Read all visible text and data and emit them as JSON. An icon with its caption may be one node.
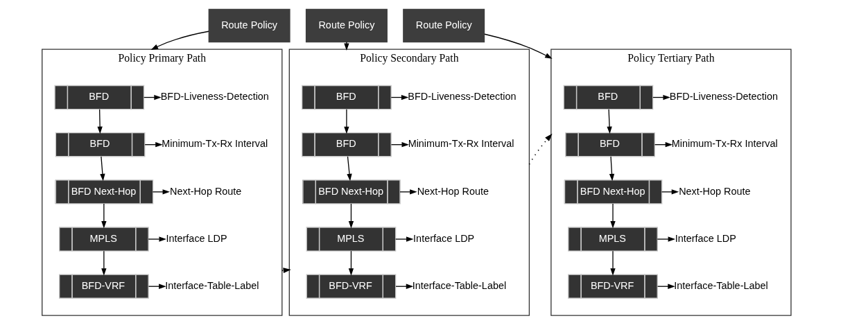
{
  "diagram": {
    "nodes": [
      {
        "text": [
          "Route Policy"
        ]
      },
      {
        "text": [
          "Policy Primary Path"
        ]
      },
      {
        "text": [
          "BFD"
        ],
        "in": 1
      },
      {
        "text": [
          "BFD-Liveness-Detection"
        ],
        "in": 1
      },
      {
        "text": [
          "BFD"
        ],
        "in": 1
      },
      {
        "text": [
          "Minimum-Tx-Rx Interval"
        ],
        "in": 1
      },
      {
        "text": [
          "BFD Next-Hop"
        ],
        "in": 1
      },
      {
        "text": [
          "Next-Hop Route"
        ],
        "in": 1
      },
      {
        "text": [
          "MPLS"
        ],
        "in": 1
      },
      {
        "text": [
          "Interface LDP"
        ],
        "in": 1
      },
      {
        "text": [
          "BFD-VRF"
        ],
        "in": 1
      },
      {
        "text": [
          "Interface-Table-Label"
        ],
        "in": 1
      },
      {
        "text": [
          "Route Policy"
        ]
      },
      {
        "text": [
          "Policy Secondary Path"
        ]
      },
      {
        "text": [
          "BFD"
        ],
        "in": 13
      },
      {
        "text": [
          "BFD-Liveness-Detection"
        ],
        "in": 13
      },
      {
        "text": [
          "BFD"
        ],
        "in": 13
      },
      {
        "text": [
          "Minimum-Tx-Rx Interval"
        ],
        "in": 13
      },
      {
        "text": [
          "BFD Next-Hop"
        ],
        "in": 13
      },
      {
        "text": [
          "Next-Hop Route"
        ],
        "in": 13
      },
      {
        "text": [
          "MPLS"
        ],
        "in": 13
      },
      {
        "text": [
          "Interface LDP"
        ],
        "in": 13
      },
      {
        "text": [
          "BFD-VRF"
        ],
        "in": 13
      },
      {
        "text": [
          "Interface-Table-Label"
        ],
        "in": 13
      },
      {
        "text": [
          "Route Policy"
        ]
      },
      {
        "text": [
          "Policy Tertiary Path"
        ]
      },
      {
        "text": [
          "BFD"
        ],
        "in": 25
      },
      {
        "text": [
          "BFD-Liveness-Detection"
        ],
        "in": 25
      },
      {
        "text": [
          "BFD"
        ],
        "in": 25
      },
      {
        "text": [
          "Minimum-Tx-Rx Interval"
        ],
        "in": 25
      },
      {
        "text": [
          "BFD Next-Hop"
        ],
        "in": 25
      },
      {
        "text": [
          "Next-Hop Route"
        ],
        "in": 25
      },
      {
        "text": [
          "MPLS"
        ],
        "in": 25
      },
      {
        "text": [
          "Interface LDP"
        ],
        "in": 25
      },
      {
        "text": [
          "BFD-VRF"
        ],
        "in": 25
      },
      {
        "text": [
          "Interface-Table-Label"
        ],
        "in": 25
      }
    ],
    "edges": [
      {
        "from": 0,
        "to": 1,
        "arrow": "to"
      },
      {
        "from": 2,
        "to": 3,
        "arrow": "to"
      },
      {
        "from": 2,
        "to": 4,
        "arrow": "to"
      },
      {
        "from": 4,
        "to": 5,
        "arrow": "to"
      },
      {
        "from": 4,
        "to": 6,
        "arrow": "to"
      },
      {
        "from": 6,
        "to": 7,
        "arrow": "to"
      },
      {
        "from": 6,
        "to": 8,
        "arrow": "to"
      },
      {
        "from": 8,
        "to": 9,
        "arrow": "to"
      },
      {
        "from": 8,
        "to": 10,
        "arrow": "to"
      },
      {
        "from": 10,
        "to": 11,
        "arrow": "to"
      },
      {
        "from": 12,
        "to": 13,
        "arrow": "to"
      },
      {
        "from": 14,
        "to": 15,
        "arrow": "to"
      },
      {
        "from": 14,
        "to": 16,
        "arrow": "to"
      },
      {
        "from": 16,
        "to": 17,
        "arrow": "to"
      },
      {
        "from": 16,
        "to": 18,
        "arrow": "to"
      },
      {
        "from": 18,
        "to": 19,
        "arrow": "to"
      },
      {
        "from": 18,
        "to": 20,
        "arrow": "to"
      },
      {
        "from": 20,
        "to": 21,
        "arrow": "to"
      },
      {
        "from": 20,
        "to": 22,
        "arrow": "to"
      },
      {
        "from": 22,
        "to": 23,
        "arrow": "to"
      },
      {
        "from": 24,
        "to": 25,
        "arrow": "to"
      },
      {
        "from": 26,
        "to": 27,
        "arrow": "to"
      },
      {
        "from": 26,
        "to": 28,
        "arrow": "to"
      },
      {
        "from": 28,
        "to": 29,
        "arrow": "to"
      },
      {
        "from": 28,
        "to": 30,
        "arrow": "to"
      },
      {
        "from": 30,
        "to": 31,
        "arrow": "to"
      },
      {
        "from": 30,
        "to": 32,
        "arrow": "to"
      },
      {
        "from": 32,
        "to": 33,
        "arrow": "to"
      },
      {
        "from": 32,
        "to": 34,
        "arrow": "to"
      },
      {
        "from": 34,
        "to": 35,
        "arrow": "to"
      },
      {
        "from": 1,
        "to": 13,
        "arrow": "to",
        "style": "dashed"
      },
      {
        "from": 13,
        "to": 25,
        "arrow": "to",
        "style": "dashed"
      }
    ]
  }
}
